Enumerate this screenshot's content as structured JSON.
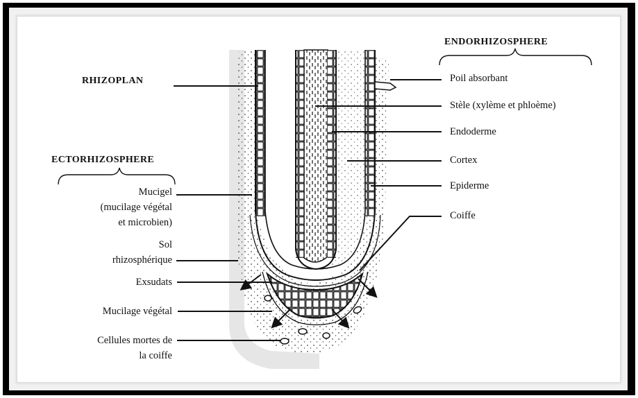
{
  "labels": {
    "endorhizosphere": "ENDORHIZOSPHERE",
    "rhizoplan": "RHIZOPLAN",
    "ectorhizosphere": "ECTORHIZOSPHERE",
    "mucigel": "Mucigel",
    "mucigel_detail_1": "(mucilage végétal",
    "mucigel_detail_2": "et microbien)",
    "sol_1": "Sol",
    "sol_2": "rhizosphérique",
    "exsudats": "Exsudats",
    "mucilage_vegetal": "Mucilage végétal",
    "cellules_1": "Cellules mortes de",
    "cellules_2": "la coiffe",
    "poil_absorbant": "Poil absorbant",
    "stele": "Stèle (xylème  et phloème)",
    "endoderme": "Endoderme",
    "cortex": "Cortex",
    "epiderme": "Epiderme",
    "coiffe": "Coiffe"
  },
  "colors": {
    "frame": "#000000",
    "line": "#111111",
    "shadow_band": "#e6e6e6"
  }
}
